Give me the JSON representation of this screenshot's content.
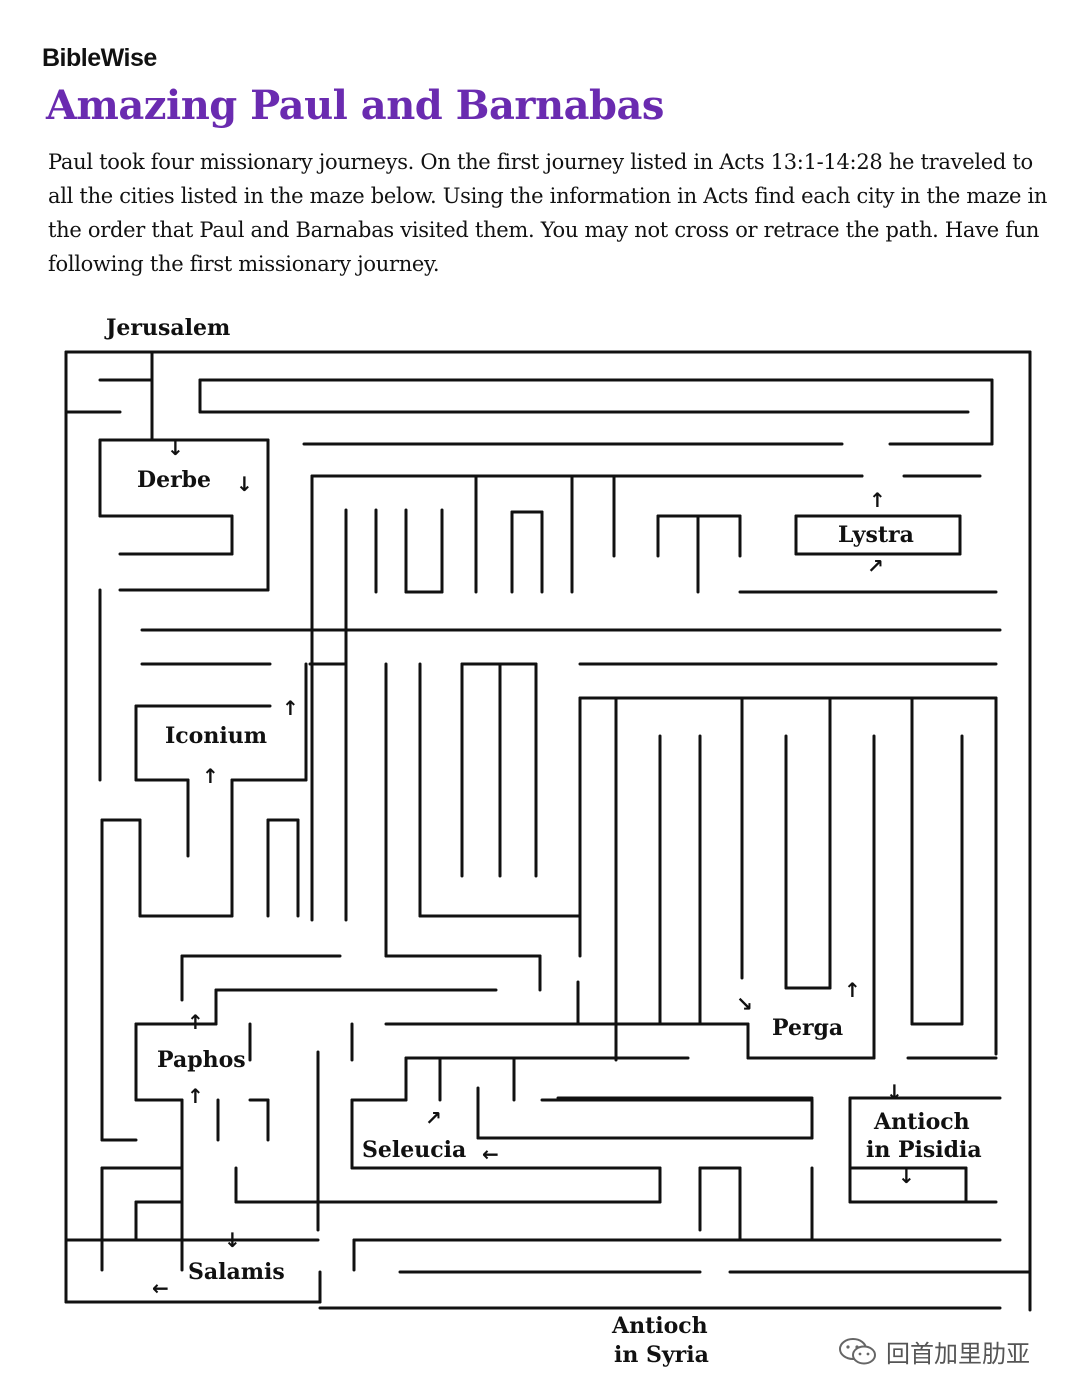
{
  "header": {
    "brand": "BibleWise",
    "title": "Amazing Paul and Barnabas",
    "intro": "Paul took four missionary journeys. On the first journey listed in Acts 13:1-14:28 he traveled to all the cities listed in the maze below. Using the information in Acts find each city in the maze in the order that Paul and Barnabas visited them. You may not cross or retrace the path. Have fun following the first missionary journey."
  },
  "maze": {
    "start_label": "Jerusalem",
    "end_label_line1": "Antioch",
    "end_label_line2": "in Syria",
    "cities": {
      "derbe": "Derbe",
      "lystra": "Lystra",
      "iconium": "Iconium",
      "perga": "Perga",
      "paphos": "Paphos",
      "seleucia": "Seleucia",
      "antioch_pisidia_line1": "Antioch",
      "antioch_pisidia_line2": "in Pisidia",
      "salamis": "Salamis"
    },
    "arrows": {
      "down": "↓",
      "up": "↑",
      "left": "←",
      "right_up": "↗",
      "right_down": "↘"
    }
  },
  "watermark": {
    "icon": "wechat-icon",
    "text": "回首加里肋亚"
  },
  "colors": {
    "title": "#6a2bb0",
    "ink": "#111111"
  }
}
